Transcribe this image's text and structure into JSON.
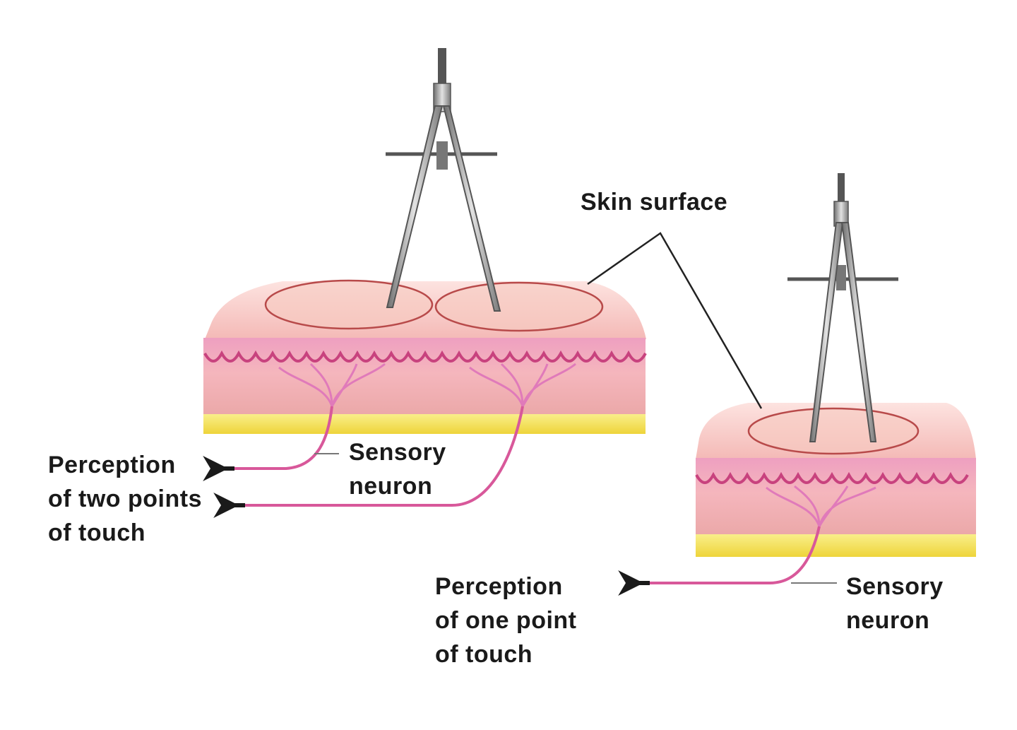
{
  "labels": {
    "skin_surface": "Skin surface",
    "left_sensory_neuron": [
      "Sensory",
      "neuron"
    ],
    "left_perception": [
      "Perception",
      "of two points",
      "of touch"
    ],
    "right_sensory_neuron": [
      "Sensory",
      "neuron"
    ],
    "right_perception": [
      "Perception",
      "of one point",
      "of touch"
    ]
  },
  "colors": {
    "epidermis": "#f6c3c3",
    "dermis_texture": "#e57aa8",
    "dermis": "#f2b5b5",
    "fat_layer": "#f4e04a",
    "receptive_field_outline": "#b84a4a",
    "neuron": "#d8589a",
    "arrow": "#1a1a1a",
    "caliper": "#8a8a8a"
  }
}
